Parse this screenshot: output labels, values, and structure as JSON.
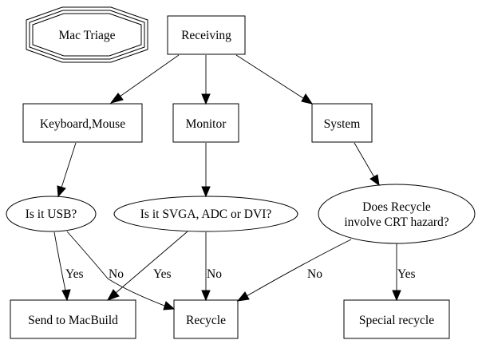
{
  "diagram": {
    "title_node": "Mac Triage",
    "nodes": {
      "receiving": "Receiving",
      "keyboard_mouse": "Keyboard,Mouse",
      "monitor": "Monitor",
      "system": "System",
      "is_usb": "Is it USB?",
      "is_svga": "Is it SVGA, ADC or DVI?",
      "crt_line1": "Does Recycle",
      "crt_line2": "involve CRT hazard?",
      "send_macbuild": "Send to MacBuild",
      "recycle": "Recycle",
      "special_recycle": "Special recycle"
    },
    "edges": [
      {
        "from": "Receiving",
        "to": "Keyboard,Mouse",
        "label": ""
      },
      {
        "from": "Receiving",
        "to": "Monitor",
        "label": ""
      },
      {
        "from": "Receiving",
        "to": "System",
        "label": ""
      },
      {
        "from": "Keyboard,Mouse",
        "to": "Is it USB?",
        "label": ""
      },
      {
        "from": "Monitor",
        "to": "Is it SVGA, ADC or DVI?",
        "label": ""
      },
      {
        "from": "System",
        "to": "Does Recycle involve CRT hazard?",
        "label": ""
      },
      {
        "from": "Is it USB?",
        "to": "Send to MacBuild",
        "label": "Yes"
      },
      {
        "from": "Is it USB?",
        "to": "Recycle",
        "label": "No"
      },
      {
        "from": "Is it SVGA, ADC or DVI?",
        "to": "Send to MacBuild",
        "label": "Yes"
      },
      {
        "from": "Is it SVGA, ADC or DVI?",
        "to": "Recycle",
        "label": "No"
      },
      {
        "from": "Does Recycle involve CRT hazard?",
        "to": "Recycle",
        "label": "No"
      },
      {
        "from": "Does Recycle involve CRT hazard?",
        "to": "Special recycle",
        "label": "Yes"
      }
    ],
    "edge_labels": {
      "usb_yes": "Yes",
      "usb_no": "No",
      "svga_yes": "Yes",
      "svga_no": "No",
      "crt_no": "No",
      "crt_yes": "Yes"
    }
  }
}
